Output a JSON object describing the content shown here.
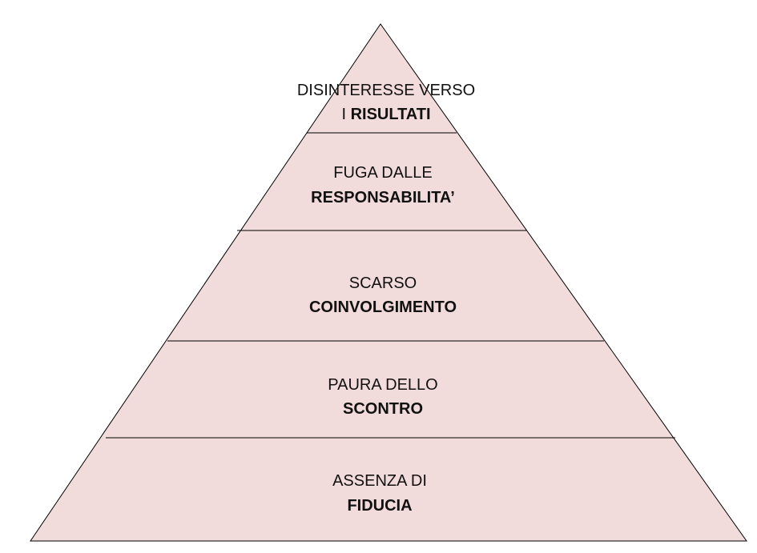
{
  "pyramid": {
    "fill_color": "#f2dcdb",
    "line_color": "#000000",
    "levels": [
      {
        "line1": "DISINTERESSE VERSO",
        "line2_prefix": "I ",
        "line2_bold": "RISULTATI"
      },
      {
        "line1": "FUGA DALLE",
        "line2_prefix": "",
        "line2_bold": "RESPONSABILITA’"
      },
      {
        "line1": "SCARSO",
        "line2_prefix": "",
        "line2_bold": "COINVOLGIMENTO"
      },
      {
        "line1": "PAURA DELLO",
        "line2_prefix": "",
        "line2_bold": "SCONTRO"
      },
      {
        "line1": "ASSENZA DI",
        "line2_prefix": "",
        "line2_bold": "FIDUCIA"
      }
    ]
  }
}
